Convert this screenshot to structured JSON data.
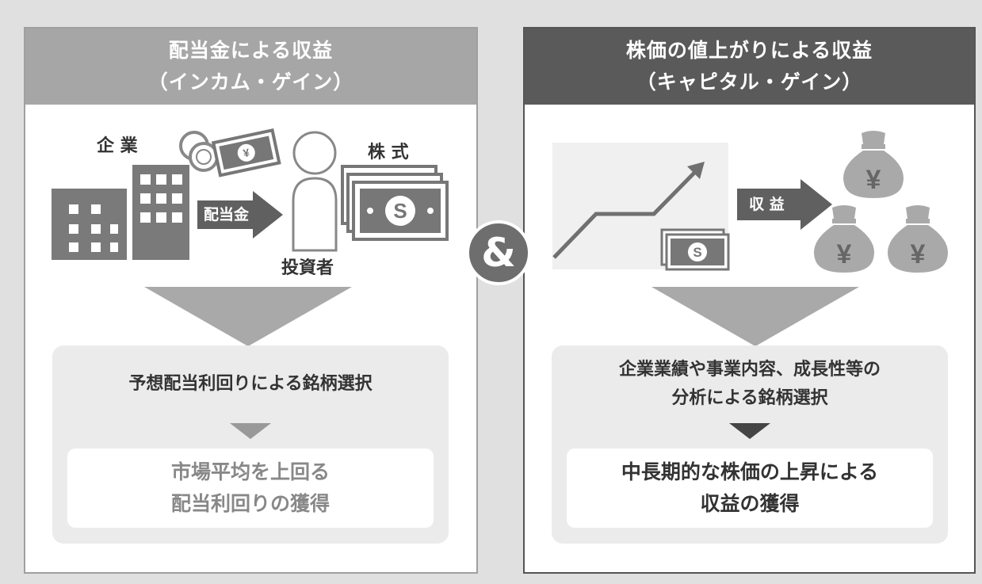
{
  "left": {
    "header_line1": "配当金による収益",
    "header_line2": "（インカム・ゲイン）",
    "company_label": "企 業",
    "arrow_label": "配当金",
    "investor_label": "投資者",
    "stock_label": "株 式",
    "selection_text": "予想配当利回りによる銘柄選択",
    "result_line1": "市場平均を上回る",
    "result_line2": "配当利回りの獲得"
  },
  "right": {
    "header_line1": "株価の値上がりによる収益",
    "header_line2": "（キャピタル・ゲイン）",
    "arrow_label": "収 益",
    "selection_line1": "企業業績や事業内容、成長性等の",
    "selection_line2": "分析による銘柄選択",
    "result_line1": "中長期的な株価の上昇による",
    "result_line2": "収益の獲得"
  },
  "center": {
    "symbol": "&"
  },
  "icons": {
    "dollar_symbol": "S",
    "yen_symbol": "¥"
  },
  "colors": {
    "background": "#e0e0e0",
    "left_header": "#a6a6a6",
    "right_header": "#5a5a5a",
    "result_text_left": "#888888",
    "result_text_right": "#333333"
  }
}
